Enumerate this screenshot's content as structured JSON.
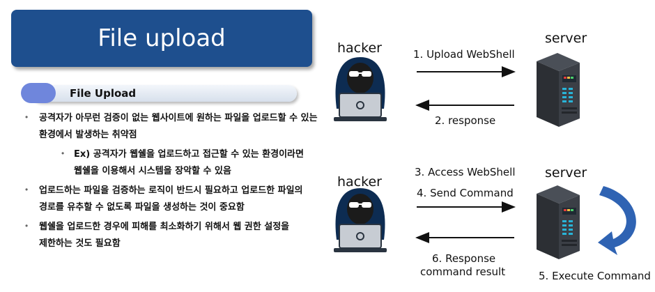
{
  "title": "File upload",
  "section_label": "File Upload",
  "bullets": {
    "b1_line1": "공격자가 아무런 검증이 없는 웹사이트에 원하는 파일을 업로드할 수 있는",
    "b1_line2": "환경에서 발생하는 취약점",
    "b1_sub_line1": "Ex) 공격자가 웹쉘을 업로드하고 접근할 수 있는 환경이라면",
    "b1_sub_line2": "웹쉘을 이용해서 시스템을 장악할 수 있음",
    "b2_line1": "업로드하는 파일을 검증하는 로직이 반드시 필요하고 업로드한 파일의",
    "b2_line2": "경로를 유추할 수 없도록 파일을 생성하는 것이 중요함",
    "b3_line1": "웹쉘을 업로드한 경우에 피해를 최소화하기 위해서 웹 권한 설정을",
    "b3_line2": "제한하는 것도 필요함"
  },
  "diagram": {
    "top": {
      "actor": "hacker",
      "target": "server",
      "step1": "1. Upload WebShell",
      "step2": "2. response"
    },
    "bottom": {
      "actor": "hacker",
      "target": "server",
      "step3": "3. Access WebShell",
      "step4": "4. Send Command",
      "step6_line1": "6. Response",
      "step6_line2": "command result",
      "step5": "5. Execute Command"
    }
  },
  "colors": {
    "title_bg": "#1e4f8e",
    "pill": "#6f86dc",
    "curved_arrow": "#2f63b3",
    "hacker_hood": "#0d2c52"
  }
}
